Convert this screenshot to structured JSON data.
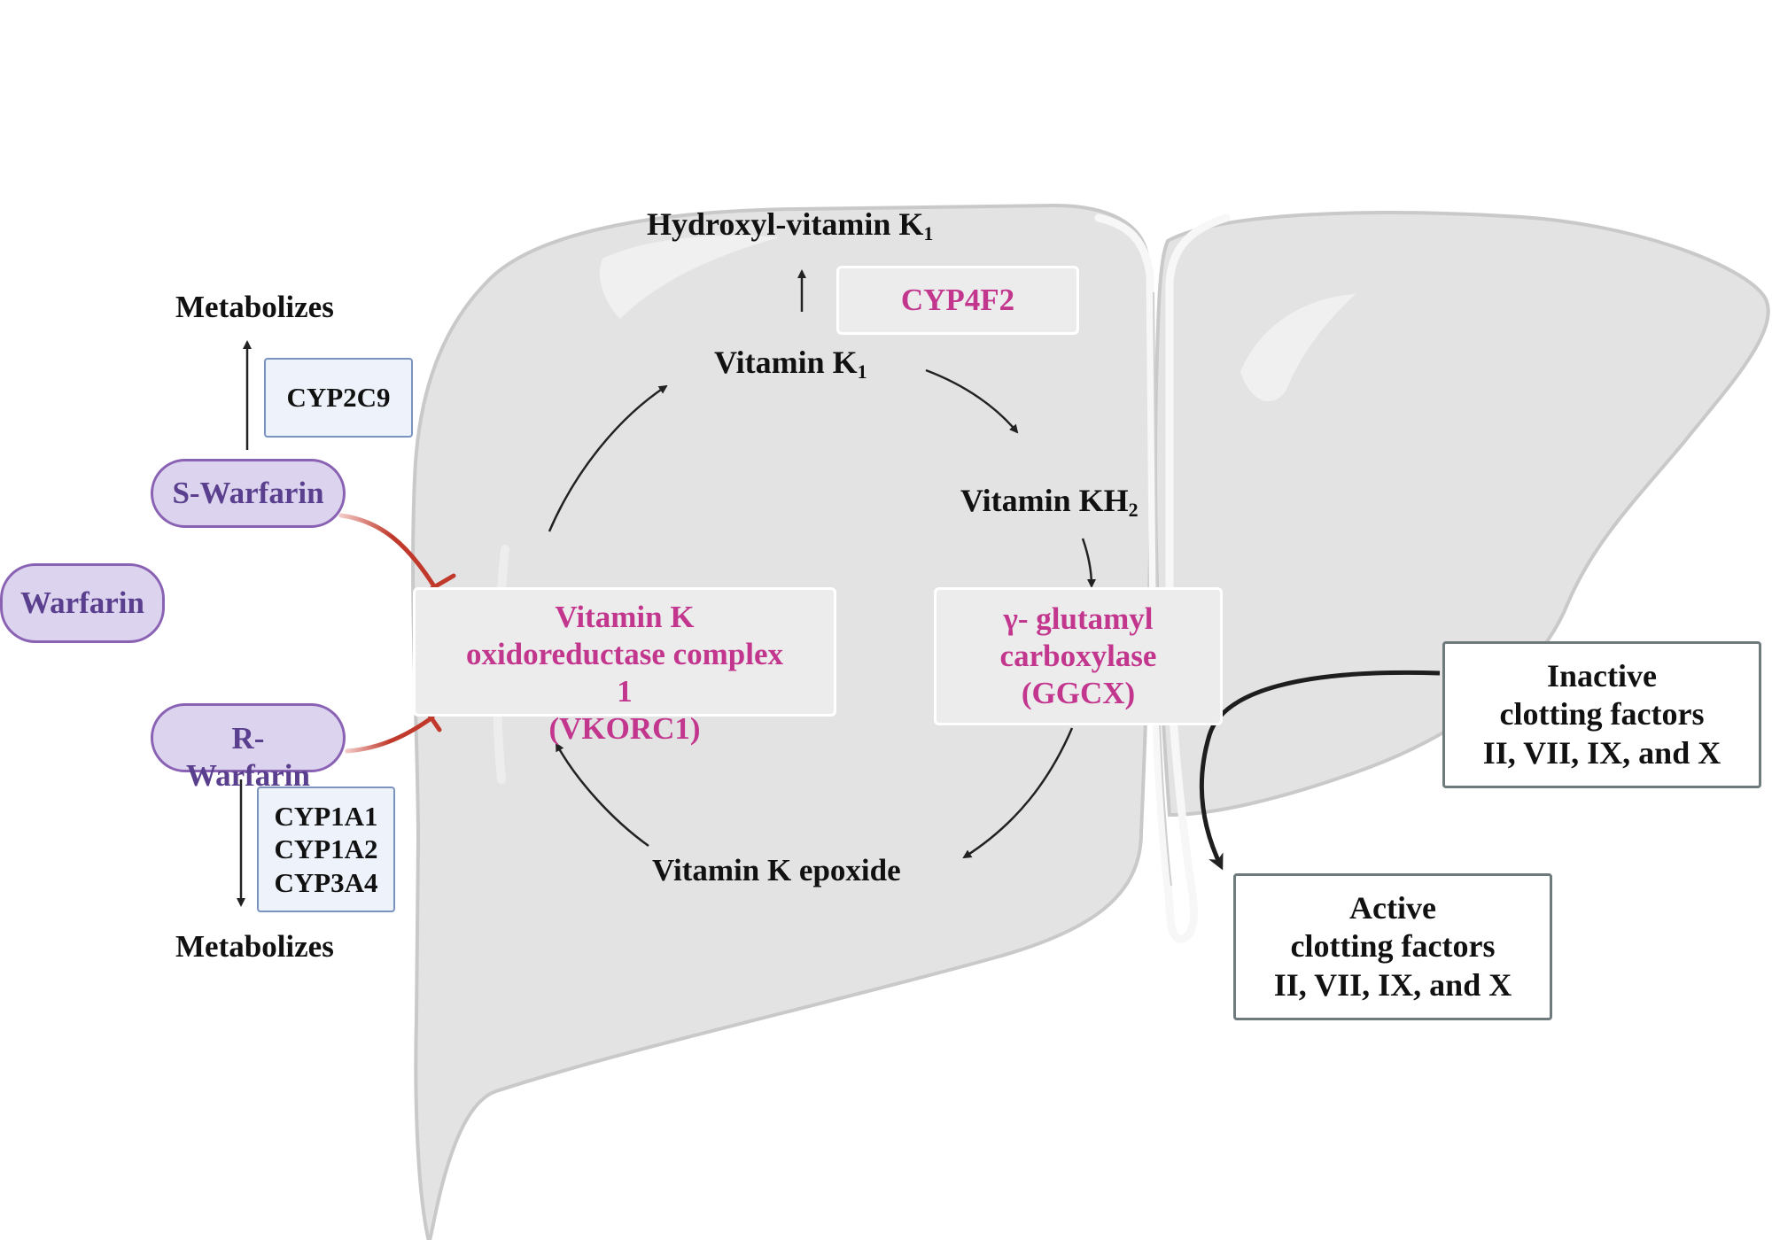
{
  "diagram": {
    "warfarin": "Warfarin",
    "s_warfarin": "S-Warfarin",
    "r_warfarin_line1": "R-",
    "r_warfarin_line2": "Warfarin",
    "metabolizes_top": "Metabolizes",
    "metabolizes_bottom": "Metabolizes",
    "cyp2c9": "CYP2C9",
    "cyp_r_lines": [
      "CYP1A1",
      "CYP1A2",
      "CYP3A4"
    ],
    "hydroxyl_vitamin_k": {
      "main": "Hydroxyl-vitamin K",
      "subscript": "1"
    },
    "cyp4f2": "CYP4F2",
    "vitamin_k1": {
      "main": "Vitamin K",
      "subscript": "1"
    },
    "vitamin_kh2": {
      "main": "Vitamin KH",
      "subscript": "2"
    },
    "vitamin_k_epoxide": "Vitamin K epoxide",
    "vkorc1_lines": [
      "Vitamin K",
      "oxidoreductase complex",
      "1",
      "(VKORC1)"
    ],
    "ggcx_lines": [
      "γ- glutamyl",
      "carboxylase",
      "(GGCX)"
    ],
    "inactive_lines": [
      "Inactive",
      "clotting factors",
      "II, VII, IX, and X"
    ],
    "active_lines": [
      "Active",
      "clotting factors",
      "II, VII, IX, and X"
    ]
  },
  "colors": {
    "enzyme_text": "#c2368e",
    "drug_fill": "#dcd3ee",
    "drug_border": "#8a62b4",
    "drug_text": "#5a3f8e",
    "inhibition": "#c0392b",
    "liver_fill": "#e3e3e3",
    "liver_edge": "#c9c9c9"
  }
}
